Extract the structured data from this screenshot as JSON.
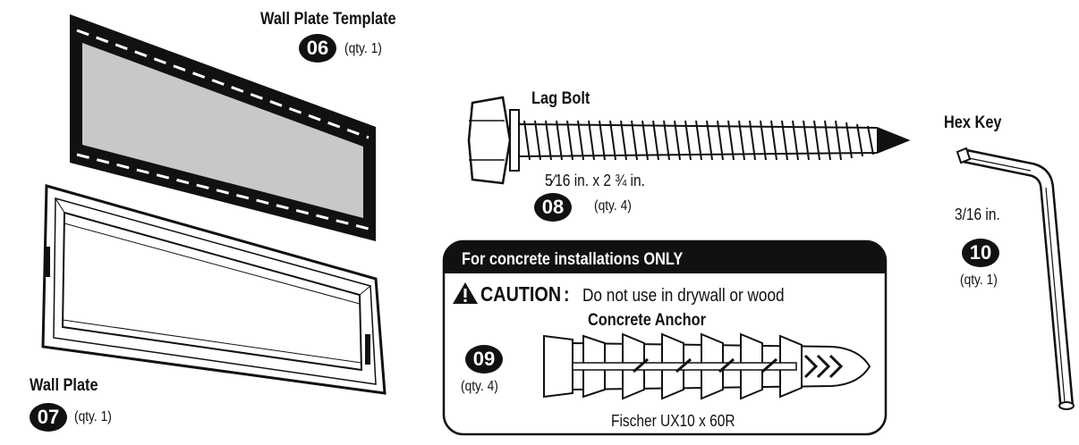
{
  "template": {
    "title": "Wall Plate Template",
    "number": "06",
    "qty": "(qty. 1)"
  },
  "wall_plate": {
    "title": "Wall Plate",
    "number": "07",
    "qty": "(qty. 1)"
  },
  "lag_bolt": {
    "title": "Lag Bolt",
    "size": "5⁄16 in. x 2 ¾ in.",
    "number": "08",
    "qty": "(qty. 4)"
  },
  "hex_key": {
    "title": "Hex Key",
    "size": "3/16 in.",
    "number": "10",
    "qty": "(qty. 1)"
  },
  "concrete_panel": {
    "header": "For concrete installations ONLY",
    "caution_label": "CAUTION",
    "caution_text": "Do not use in drywall or wood",
    "anchor_title": "Concrete Anchor",
    "number": "09",
    "qty": "(qty. 4)",
    "anchor_model": "Fischer UX10 x 60R"
  },
  "colors": {
    "ink": "#111111",
    "template_fill": "#c8c8c8",
    "paper": "#ffffff"
  }
}
